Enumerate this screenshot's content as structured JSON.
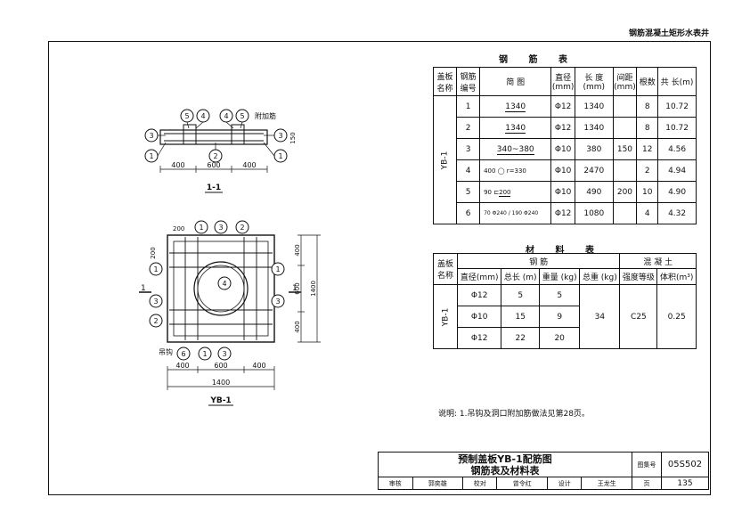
{
  "header": {
    "title": "钢筋混凝土矩形水表井"
  },
  "section": {
    "title": "1-1",
    "circles": [
      "5",
      "4",
      "4",
      "5",
      "3",
      "3",
      "1",
      "2",
      "1"
    ],
    "label_attach": "附加筋",
    "dims": [
      "400",
      "600",
      "400"
    ],
    "dim_right": "150"
  },
  "plan": {
    "title": "YB-1",
    "top_nums": [
      "1",
      "3",
      "2"
    ],
    "left_nums": [
      "1",
      "3",
      "2"
    ],
    "right_nums": [
      "1",
      "3"
    ],
    "bottom_nums": [
      "6",
      "1",
      "3"
    ],
    "center_num": "4",
    "hook_label": "吊钩",
    "dim_top_left": "200",
    "dim_left_v": "200",
    "dims_bottom": [
      "400",
      "600",
      "400"
    ],
    "dim_total": "1400",
    "dims_right": [
      "400",
      "600",
      "400"
    ],
    "dim_right_total": "1400",
    "cut_mark": "1"
  },
  "rebar_table": {
    "title": "钢 筋 表",
    "headers": [
      "盖板名称",
      "钢筋编号",
      "简 图",
      "直径(mm)",
      "长 度(mm)",
      "间距(mm)",
      "根数",
      "共 长(m)"
    ],
    "name": "YB-1",
    "rows": [
      {
        "no": "1",
        "shape": "1340",
        "dia": "Φ12",
        "len": "1340",
        "spacing": "",
        "count": "8",
        "total": "10.72"
      },
      {
        "no": "2",
        "shape": "1340",
        "dia": "Φ12",
        "len": "1340",
        "spacing": "",
        "count": "8",
        "total": "10.72"
      },
      {
        "no": "3",
        "shape": "340~380",
        "dia": "Φ10",
        "len": "380",
        "spacing": "150",
        "count": "12",
        "total": "4.56"
      },
      {
        "no": "4",
        "shape": "r=330",
        "dia": "Φ10",
        "len": "2470",
        "spacing": "",
        "count": "2",
        "total": "4.94"
      },
      {
        "no": "5",
        "shape": "200",
        "dia": "Φ10",
        "len": "490",
        "spacing": "200",
        "count": "10",
        "total": "4.90"
      },
      {
        "no": "6",
        "shape": "Φ240 / 190 Φ240",
        "dia": "Φ12",
        "len": "1080",
        "spacing": "",
        "count": "4",
        "total": "4.32"
      }
    ],
    "shape_extras": {
      "r4_left": "400",
      "r5_left": "90",
      "r6_left": "70"
    }
  },
  "material_table": {
    "title": "材 料 表",
    "col_name": "盖板名称",
    "group_steel": "钢 筋",
    "group_concrete": "混 凝 土",
    "sub_headers": [
      "直径(mm)",
      "总长 (m)",
      "重量 (kg)",
      "总重 (kg)",
      "强度等级",
      "体积(m³)"
    ],
    "name": "YB-1",
    "rows": [
      {
        "dia": "Φ12",
        "len": "5",
        "weight": "5"
      },
      {
        "dia": "Φ10",
        "len": "15",
        "weight": "9"
      },
      {
        "dia": "Φ12",
        "len": "22",
        "weight": "20"
      }
    ],
    "total_weight": "34",
    "grade": "C25",
    "volume": "0.25"
  },
  "note": "说明: 1.吊钩及洞口附加筋做法见第28页。",
  "title_block": {
    "title1": "预制盖板YB-1配筋图",
    "title2": "钢筋表及材料表",
    "atlas_label": "图集号",
    "atlas_no": "05S502",
    "page_label": "页",
    "page_no": "135",
    "review_label": "审核",
    "review_name": "郭奕雄",
    "check_label": "校对",
    "check_name": "曾令红",
    "design_label": "设计",
    "design_name": "王龙生"
  }
}
